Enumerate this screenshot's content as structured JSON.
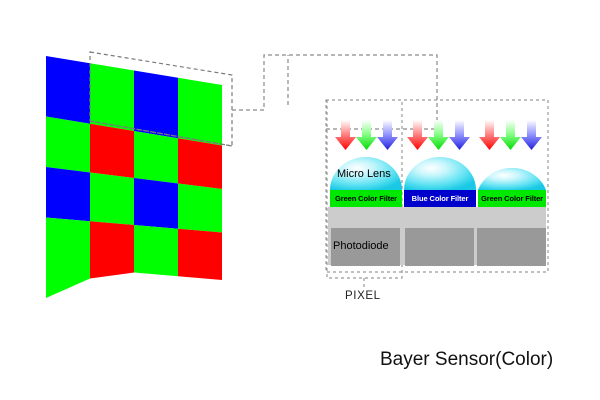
{
  "figure": {
    "title": "Bayer Sensor(Color)",
    "pixel_label": "PIXEL"
  },
  "colors": {
    "red": "#ff0000",
    "green": "#00ff00",
    "blue": "#0000ff",
    "filter_green": "#00e800",
    "filter_blue": "#0000cc",
    "lens_cyan": "#40e0f0",
    "substrate_gray": "#cccccc",
    "photodiode_gray": "#999999",
    "dash_gray": "#808080"
  },
  "sensor_array": {
    "name": "bayer-mosaic",
    "rows": 4,
    "cols": 4,
    "pattern": [
      [
        "blue",
        "green",
        "blue",
        "green"
      ],
      [
        "green",
        "red",
        "green",
        "red"
      ],
      [
        "blue",
        "green",
        "blue",
        "green"
      ],
      [
        "green",
        "red",
        "green",
        "red"
      ]
    ],
    "selection_note": "dashed callout on top-left column pair"
  },
  "pixels": [
    {
      "index": 0,
      "lens_label": "Micro Lens",
      "filter_label": "Green Color Filter",
      "filter_type": "green",
      "photodiode_label": "Photodiode",
      "internal_ray": "green",
      "incoming_rays": [
        "red",
        "green",
        "blue"
      ]
    },
    {
      "index": 1,
      "lens_label": "",
      "filter_label": "Blue Color Filter",
      "filter_type": "blue",
      "photodiode_label": "",
      "internal_ray": "blue",
      "incoming_rays": [
        "red",
        "green",
        "blue"
      ]
    },
    {
      "index": 2,
      "lens_label": "",
      "filter_label": "Green Color Filter",
      "filter_type": "green",
      "photodiode_label": "",
      "internal_ray": "green",
      "incoming_rays": [
        "red",
        "green",
        "blue"
      ]
    }
  ]
}
